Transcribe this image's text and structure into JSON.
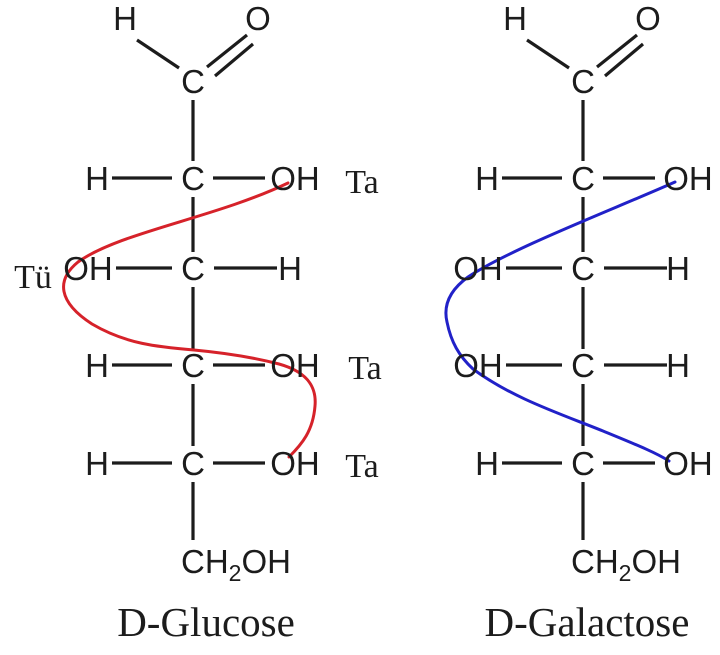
{
  "figure": {
    "background": "#ffffff",
    "bond_color": "#1c1c1c",
    "red": "#d6222a",
    "blue": "#2121c8"
  },
  "glucose": {
    "caption": "D-Glucose",
    "top": {
      "h": "H",
      "c": "C",
      "o": "O"
    },
    "rows": [
      {
        "left": "H",
        "center": "C",
        "right": "OH"
      },
      {
        "left": "OH",
        "center": "C",
        "right": "H"
      },
      {
        "left": "H",
        "center": "C",
        "right": "OH"
      },
      {
        "left": "H",
        "center": "C",
        "right": "OH"
      }
    ],
    "bottom_group": {
      "main": "CH",
      "sub": "2",
      "tail": "OH"
    },
    "annotations": {
      "c2": "Ta",
      "c3": "Tü",
      "c4": "Ta",
      "c5": "Ta"
    }
  },
  "galactose": {
    "caption": "D-Galactose",
    "top": {
      "h": "H",
      "c": "C",
      "o": "O"
    },
    "rows": [
      {
        "left": "H",
        "center": "C",
        "right": "OH"
      },
      {
        "left": "OH",
        "center": "C",
        "right": "H"
      },
      {
        "left": "OH",
        "center": "C",
        "right": "H"
      },
      {
        "left": "H",
        "center": "C",
        "right": "OH"
      }
    ],
    "bottom_group": {
      "main": "CH",
      "sub": "2",
      "tail": "OH"
    }
  }
}
